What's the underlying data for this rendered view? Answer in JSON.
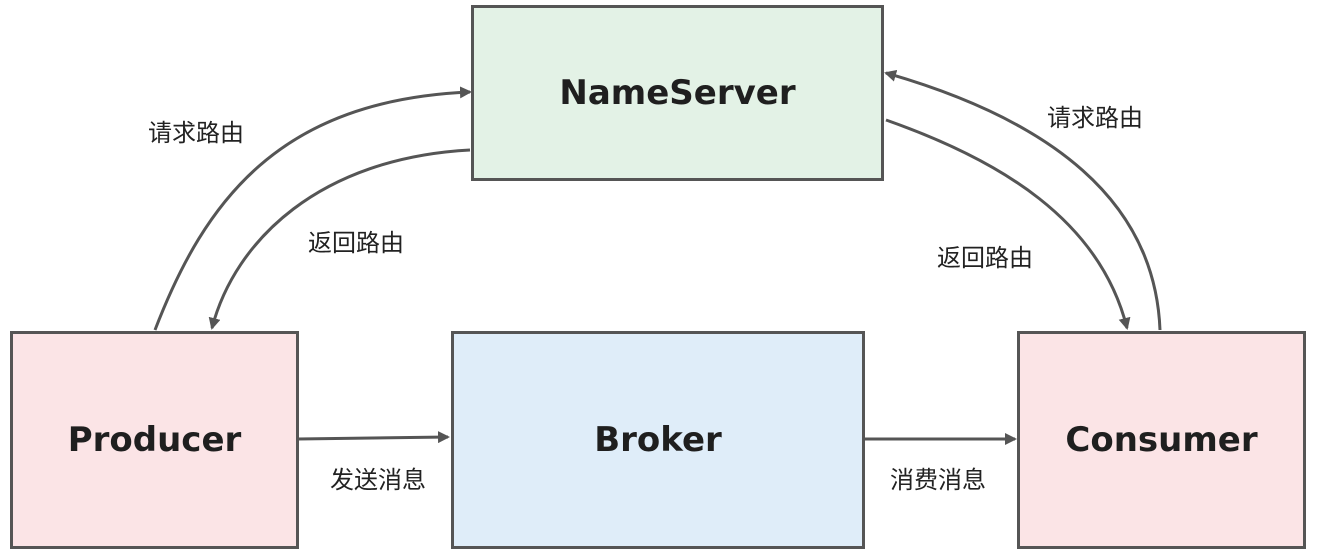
{
  "nodes": {
    "nameserver": {
      "label": "NameServer",
      "fill": "#e3f2e6"
    },
    "producer": {
      "label": "Producer",
      "fill": "#fbe4e6"
    },
    "broker": {
      "label": "Broker",
      "fill": "#dfedf9"
    },
    "consumer": {
      "label": "Consumer",
      "fill": "#fbe4e6"
    }
  },
  "edges": {
    "producer_request": {
      "label": "请求路由"
    },
    "producer_return": {
      "label": "返回路由"
    },
    "consumer_request": {
      "label": "请求路由"
    },
    "consumer_return": {
      "label": "返回路由"
    },
    "send": {
      "label": "发送消息"
    },
    "consume": {
      "label": "消费消息"
    }
  },
  "colors": {
    "stroke": "#555555",
    "arrow": "#555555"
  }
}
